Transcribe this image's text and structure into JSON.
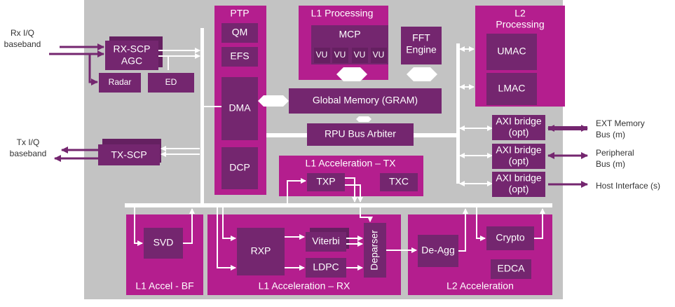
{
  "external": {
    "rx_iq": [
      "Rx I/Q",
      "baseband"
    ],
    "tx_iq": [
      "Tx I/Q",
      "baseband"
    ],
    "ext_memory": [
      "EXT Memory",
      "Bus (m)"
    ],
    "peripheral": [
      "Peripheral",
      "Bus (m)"
    ],
    "host": "Host Interface  (s)"
  },
  "front_end": {
    "rx_scp": [
      "RX-SCP",
      "AGC"
    ],
    "radar": "Radar",
    "ed": "ED",
    "tx_scp": "TX-SCP"
  },
  "ptp": {
    "title": "PTP",
    "qm": "QM",
    "efs": "EFS",
    "dma": "DMA",
    "dcp": "DCP"
  },
  "l1_processing": {
    "title": "L1 Processing",
    "mcp": "MCP",
    "vu": [
      "VU",
      "VU",
      "VU",
      "VU"
    ],
    "fft": [
      "FFT",
      "Engine"
    ]
  },
  "l2_processing": {
    "title": [
      "L2",
      "Processing"
    ],
    "umac": "UMAC",
    "lmac": "LMAC"
  },
  "global_memory": "Global Memory (GRAM)",
  "rpu_bus_arbiter": "RPU Bus Arbiter",
  "axi_bridges": [
    [
      "AXI bridge",
      "(opt)"
    ],
    [
      "AXI bridge",
      "(opt)"
    ],
    [
      "AXI bridge",
      "(opt)"
    ]
  ],
  "l1_accel_tx": {
    "title": "L1 Acceleration – TX",
    "txp": "TXP",
    "txc": "TXC"
  },
  "l1_accel_bf": {
    "title": "L1 Accel - BF",
    "svd": "SVD"
  },
  "l1_accel_rx": {
    "title": "L1 Acceleration – RX",
    "rxp": "RXP",
    "viterbi": "Viterbi",
    "ldpc": "LDPC",
    "deparser": "Deparser"
  },
  "l2_accel": {
    "title": "L2 Acceleration",
    "deagg": "De-Agg",
    "crypto": "Crypto",
    "edca": "EDCA"
  }
}
